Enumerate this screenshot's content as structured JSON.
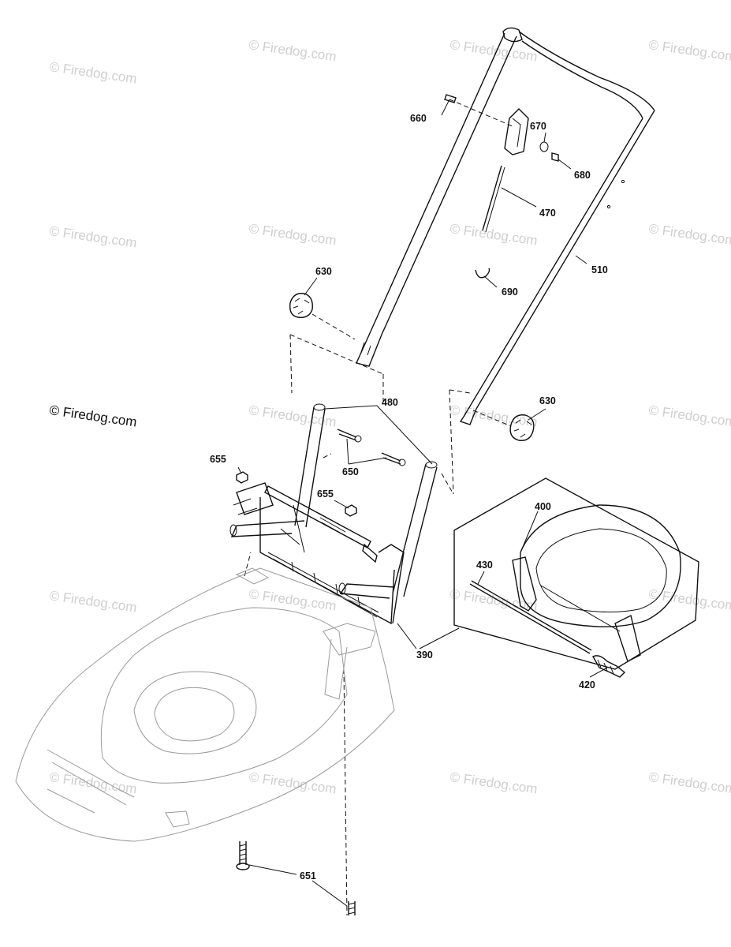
{
  "watermark": {
    "text": "© Firedog.com"
  },
  "primary_watermark": {
    "text": "© Firedog.com"
  },
  "parts": {
    "p660": "660",
    "p670": "670",
    "p680": "680",
    "p470": "470",
    "p510": "510",
    "p690": "690",
    "p630a": "630",
    "p630b": "630",
    "p480": "480",
    "p650": "650",
    "p655a": "655",
    "p655b": "655",
    "p400": "400",
    "p430": "430",
    "p390": "390",
    "p420": "420",
    "p651": "651"
  }
}
